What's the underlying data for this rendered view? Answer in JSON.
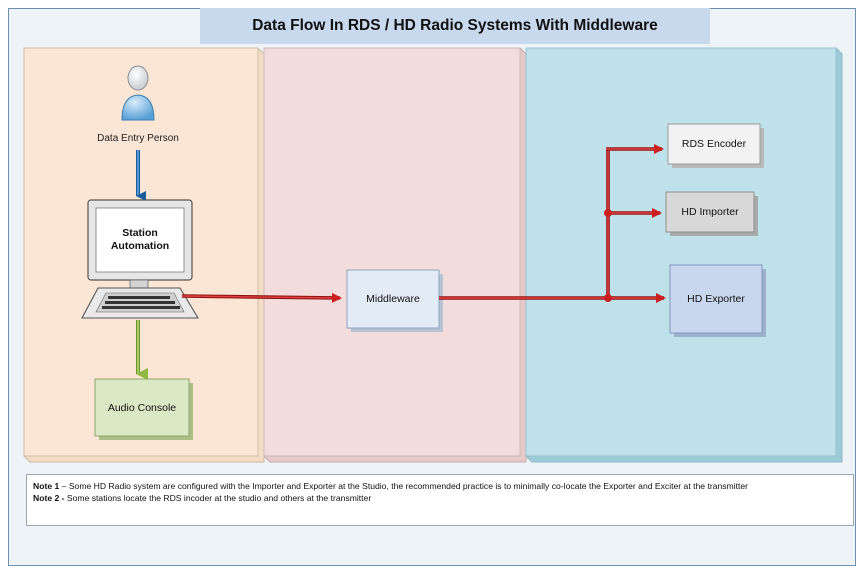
{
  "title": "Data Flow In RDS / HD Radio Systems With Middleware",
  "nodes": {
    "person_label": "Data Entry Person",
    "station_line1": "Station",
    "station_line2": "Automation",
    "audio_console": "Audio Console",
    "middleware": "Middleware",
    "rds_encoder": "RDS Encoder",
    "hd_importer": "HD Importer",
    "hd_exporter": "HD Exporter"
  },
  "notes": {
    "note1_label": "Note 1",
    "note1_text": " – Some HD Radio system are configured with the Importer and Exporter at the Studio, the recommended practice is to minimally co-locate the Exporter and Exciter at the transmitter",
    "note2_label": "Note 2 -",
    "note2_text": " Some stations locate the RDS incoder at the studio and others at the transmitter"
  },
  "colors": {
    "zone_studio": "#fbe5d4",
    "zone_middle": "#f3dcdc",
    "zone_transmitter": "#bfe1ea",
    "arrow_red": "#cc1f1f",
    "arrow_blue": "#1a5d9c",
    "arrow_green": "#8fb83f"
  }
}
